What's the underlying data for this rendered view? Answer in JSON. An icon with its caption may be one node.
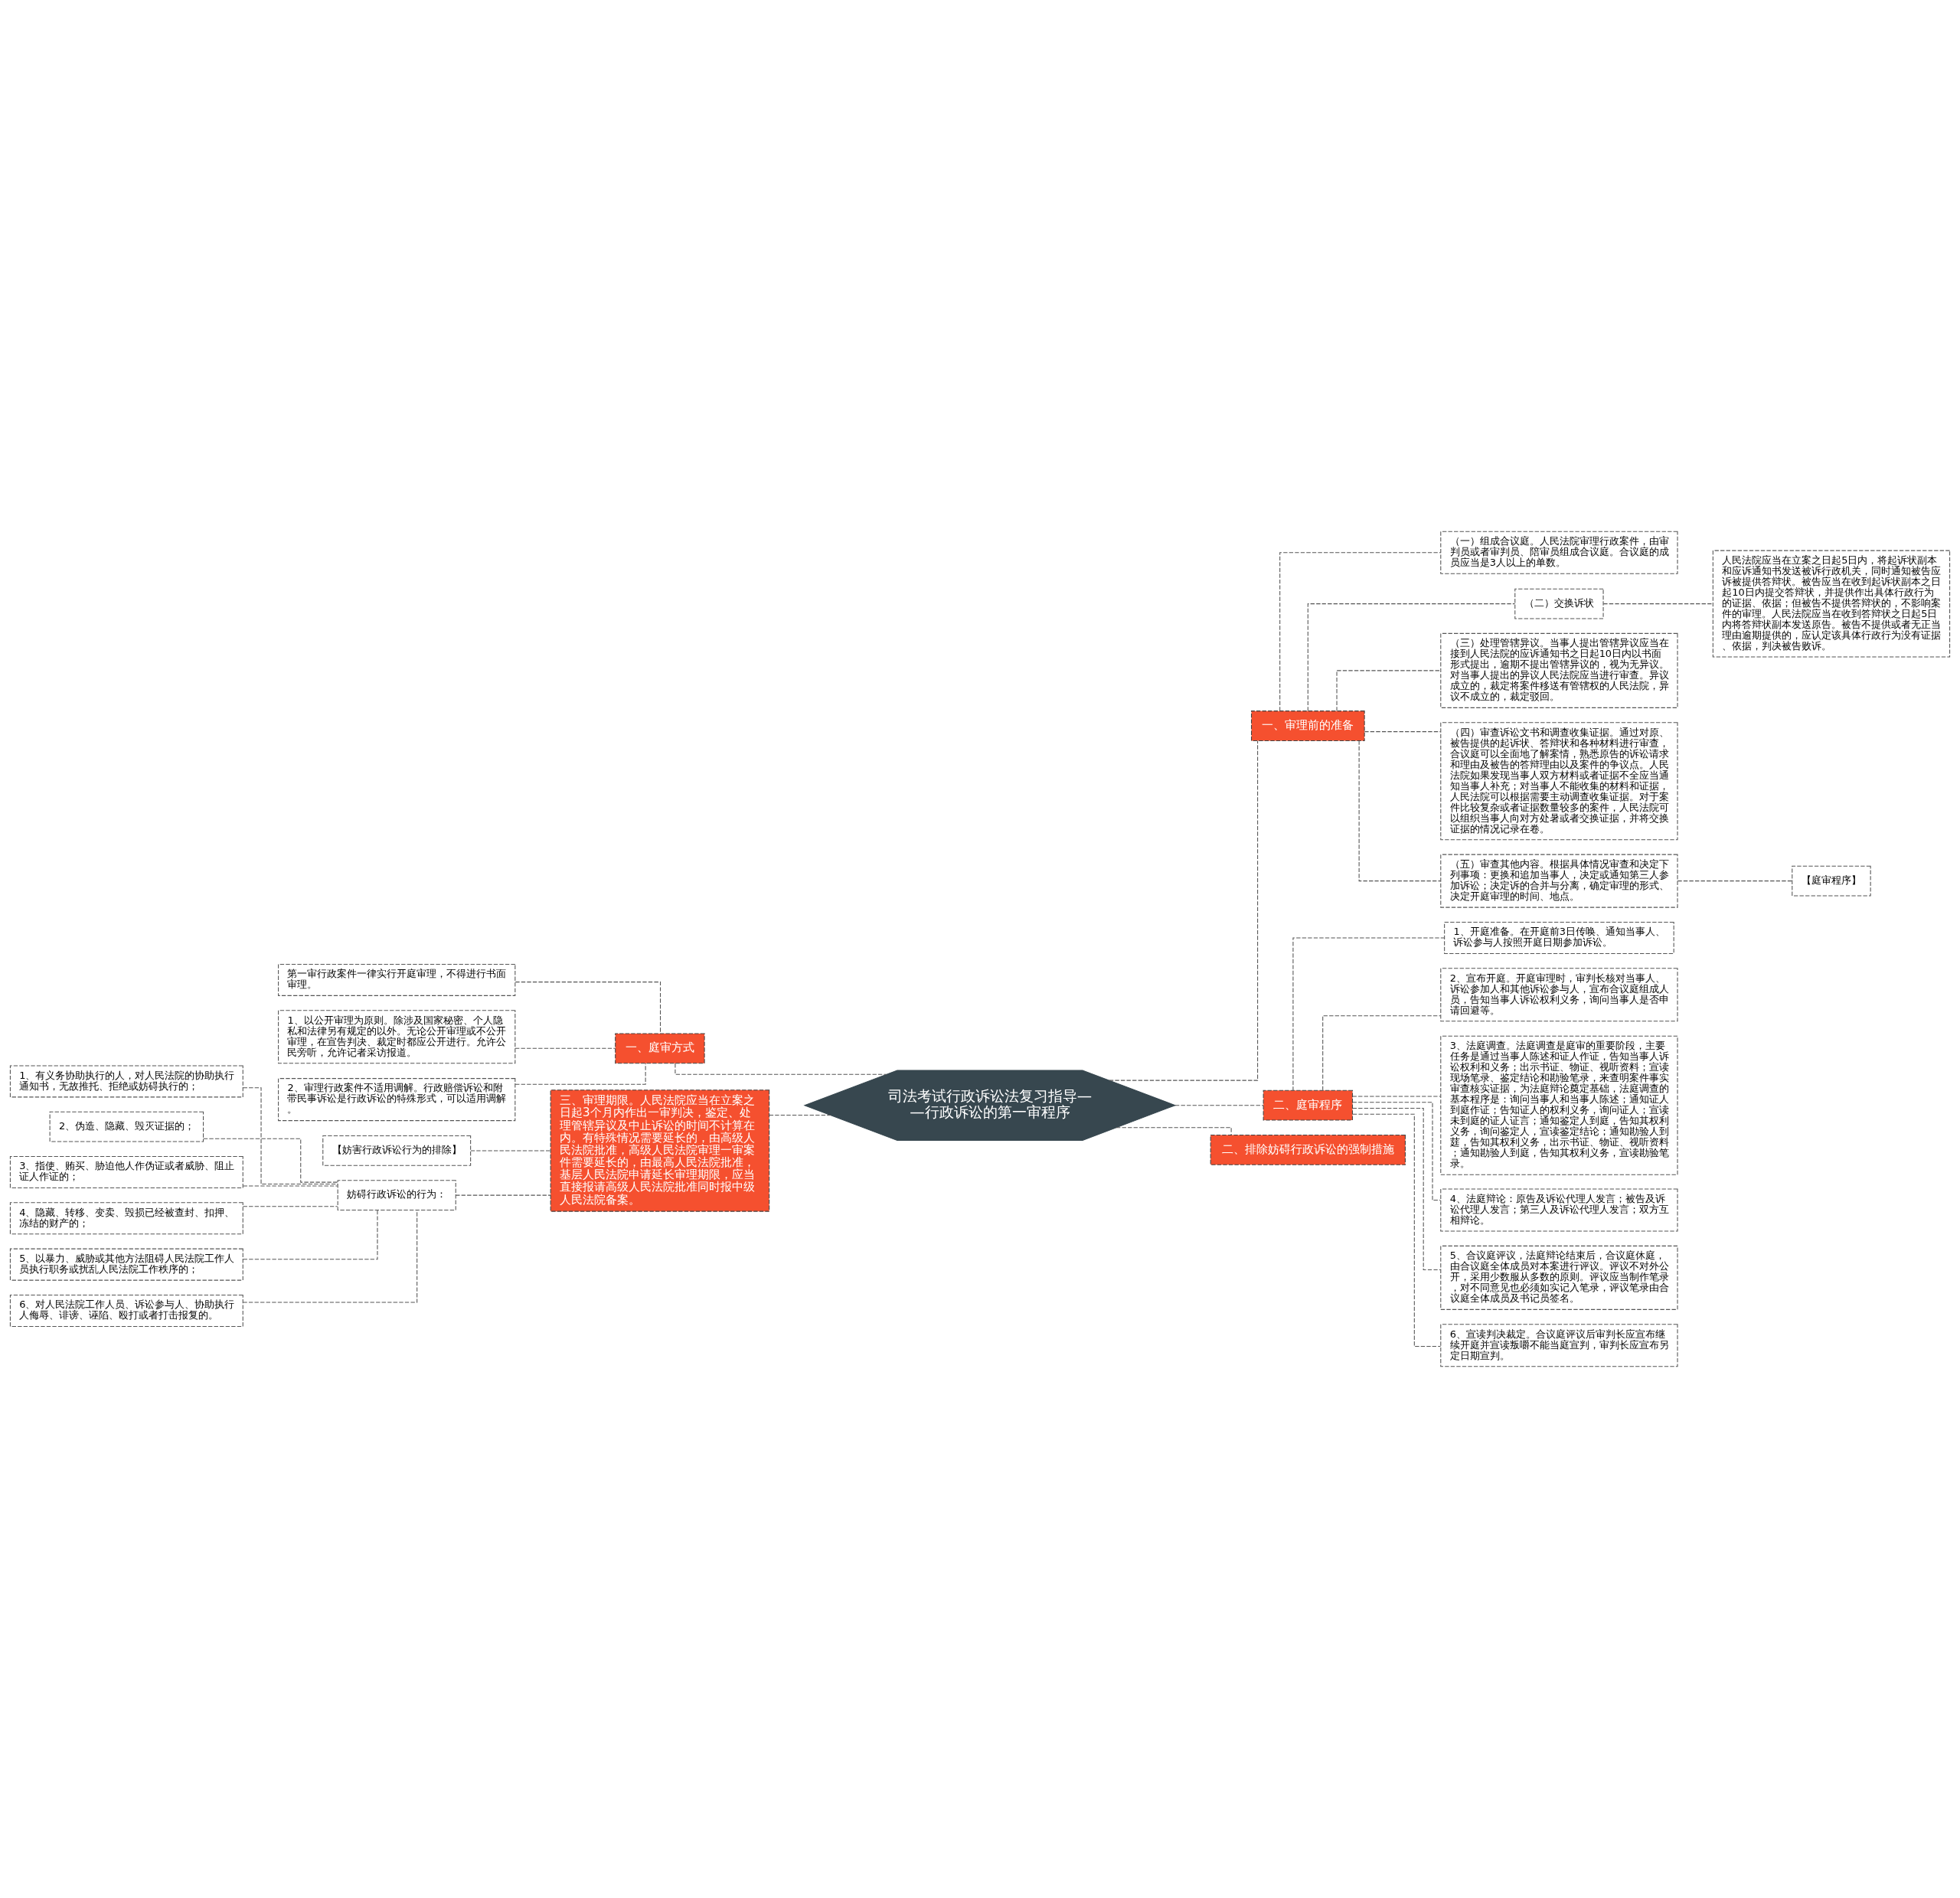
{
  "diagram": {
    "nodes": [
      {
        "text": [
          "司法考试行政诉讼法复习指导——行政诉讼的第一审程序"
        ]
      },
      {
        "text": [
          "一、审理前的准备"
        ]
      },
      {
        "text": [
          "（一）组成合议庭。人民法院审理行政案件，由审判员或者审判员、陪审员组成合议庭。合议庭的成员应当是3人以上的单数。"
        ]
      },
      {
        "text": [
          "（二）交换诉状"
        ]
      },
      {
        "text": [
          "人民法院应当在立案之日起5日内，将起诉状副本和应诉通知书发送被诉行政机关，同时通知被告应诉被提供答辩状。被告应当在收到起诉状副本之日起10日内提交答辩状，并提供作出具体行政行为的证据、依据；但被告不提供答辩状的，不影响案件的审理。人民法院应当在收到答辩状之日起5日内将答辩状副本发送原告。被告不提供或者无正当理由逾期提供的，应认定该具体行政行为没有证据、依据，判决被告败诉。"
        ]
      },
      {
        "text": [
          "（三）处理管辖异议。当事人提出管辖异议应当在接到人民法院的应诉通知书之日起10日内以书面形式提出，逾期不提出管辖异议的，视为无异议。对当事人提出的异议人民法院应当进行审查。异议成立的，裁定将案件移送有管辖权的人民法院，异议不成立的，裁定驳回。"
        ]
      },
      {
        "text": [
          "（四）审查诉讼文书和调查收集证据。通过对原、被告提供的起诉状、答辩状和各种材料进行审查，合议庭可以全面地了解案情，熟悉原告的诉讼请求和理由及被告的答辩理由以及案件的争议点。人民法院如果发现当事人双方材料或者证据不全应当通知当事人补充；对当事人不能收集的材料和证据，人民法院可以根据需要主动调查收集证据。对于案件比较复杂或者证据数量较多的案件，人民法院可以组织当事人向对方处暑或者交换证据，并将交换证据的情况记录在卷。"
        ]
      },
      {
        "text": [
          "（五）审查其他内容。根据具体情况审查和决定下列事项：更换和追加当事人，决定或通知第三人参加诉讼；决定诉的合并与分离，确定审理的形式、决定开庭审理的时间、地点。"
        ]
      },
      {
        "text": [
          "【庭审程序】"
        ]
      },
      {
        "text": [
          "二、庭审程序"
        ]
      },
      {
        "text": [
          "1、开庭准备。在开庭前3日传唤、通知当事人、诉讼参与人按照开庭日期参加诉讼。"
        ]
      },
      {
        "text": [
          "2、宣布开庭。开庭审理时，审判长核对当事人、诉讼参加人和其他诉讼参与人，宣布合议庭组成人员，告知当事人诉讼权利义务，询问当事人是否申请回避等。"
        ]
      },
      {
        "text": [
          "3、法庭调查。法庭调查是庭审的重要阶段，主要任务是通过当事人陈述和证人作证，告知当事人诉讼权利和义务；出示书证、物证、视听资料；宣读现场笔录、鉴定结论和勘验笔录，来查明案件事实审查核实证据，为法庭辩论奠定基础，法庭调查的基本程序是：询问当事人和当事人陈述；通知证人到庭作证；告知证人的权利义务，询问证人；宣读未到庭的证人证言；通知鉴定人到庭，告知其权利义务，询问鉴定人，宣读鉴定结论；通知勘验人到莛，告知其权利义务，出示书证、物证、视听资料；通知勘验人到庭，告知其权利义务，宣读勘验笔录。"
        ]
      },
      {
        "text": [
          "4、法庭辩论：原告及诉讼代理人发言；被告及诉讼代理人发言；第三人及诉讼代理人发言；双方互相辩论。"
        ]
      },
      {
        "text": [
          "5、合议庭评议，法庭辩论结束后，合议庭休庭，由合议庭全体成员对本案进行评议。评议不对外公开，采用少数服从多数的原则。评议应当制作笔录，对不同意见也必须如实记入笔录，评议笔录由合议庭全体成员及书记员签名。"
        ]
      },
      {
        "text": [
          "6、宣读判决裁定。合议庭评议后审判长应宣布继续开庭并宣读叛嚼不能当庭宣判，审判长应宣布另定日期宣判。"
        ]
      },
      {
        "text": [
          "二、排除妨碍行政诉讼的强制措施"
        ]
      },
      {
        "text": [
          "一、庭审方式"
        ]
      },
      {
        "text": [
          "第一审行政案件一律实行开庭审理，不得进行书面审理。"
        ]
      },
      {
        "text": [
          "1、以公开审理为原则。除涉及国家秘密、个人隐私和法律另有规定的以外。无论公开审理或不公开审理，在宣告判决、裁定时都应公开进行。允许公民旁听，允许记者采访报道。"
        ]
      },
      {
        "text": [
          "2、审理行政案件不适用调解。行政赔偿诉讼和附带民事诉讼是行政诉讼的特殊形式，可以适用调解。"
        ]
      },
      {
        "text": [
          "三、审理期限。人民法院应当在立案之日起3个月内作出一审判决，鉴定、处理管辖异议及中止诉讼的时间不计算在内。有特殊情况需要延长的，由高级人民法院批准，高级人民法院审理一审案件需要延长的，由最高人民法院批准，基层人民法院申请延长审理期限，应当直接报请高级人民法院批准同时报中级人民法院备案。"
        ]
      },
      {
        "text": [
          "【妨害行政诉讼行为的排除】"
        ]
      },
      {
        "text": [
          "妨碍行政诉讼的行为："
        ]
      },
      {
        "text": [
          "1、有义务协助执行的人，对人民法院的协助执行通知书，无故推托、拒绝或妨碍执行的；"
        ]
      },
      {
        "text": [
          "2、伪造、隐藏、毁灭证据的；"
        ]
      },
      {
        "text": [
          "3、指使、贿买、胁迫他人作伪证或者威胁、阻止证人作证的；"
        ]
      },
      {
        "text": [
          "4、隐藏、转移、变卖、毁损已经被查封、扣押、冻结的财产的；"
        ]
      },
      {
        "text": [
          "5、以暴力、威胁或其他方法阻碍人民法院工作人员执行职务或扰乱人民法院工作秩序的；"
        ]
      },
      {
        "text": [
          "6、对人民法院工作人员、诉讼参与人、协助执行人侮辱、诽谤、诬陷、殴打或者打击报复的。"
        ]
      }
    ],
    "edges": [
      {
        "from": 0,
        "to": 1,
        "arrow": "none",
        "style": "dashed"
      },
      {
        "from": 1,
        "to": 2,
        "arrow": "none",
        "style": "dashed"
      },
      {
        "from": 1,
        "to": 3,
        "arrow": "none",
        "style": "dashed"
      },
      {
        "from": 3,
        "to": 4,
        "arrow": "none",
        "style": "dashed"
      },
      {
        "from": 1,
        "to": 5,
        "arrow": "none",
        "style": "dashed"
      },
      {
        "from": 1,
        "to": 6,
        "arrow": "none",
        "style": "dashed"
      },
      {
        "from": 1,
        "to": 7,
        "arrow": "none",
        "style": "dashed"
      },
      {
        "from": 7,
        "to": 8,
        "arrow": "none",
        "style": "dashed"
      },
      {
        "from": 0,
        "to": 9,
        "arrow": "none",
        "style": "dashed"
      },
      {
        "from": 9,
        "to": 10,
        "arrow": "none",
        "style": "dashed"
      },
      {
        "from": 9,
        "to": 11,
        "arrow": "none",
        "style": "dashed"
      },
      {
        "from": 9,
        "to": 12,
        "arrow": "none",
        "style": "dashed"
      },
      {
        "from": 9,
        "to": 13,
        "arrow": "none",
        "style": "dashed"
      },
      {
        "from": 9,
        "to": 14,
        "arrow": "none",
        "style": "dashed"
      },
      {
        "from": 9,
        "to": 15,
        "arrow": "none",
        "style": "dashed"
      },
      {
        "from": 0,
        "to": 16,
        "arrow": "none",
        "style": "dashed"
      },
      {
        "from": 0,
        "to": 17,
        "arrow": "none",
        "style": "dashed"
      },
      {
        "from": 17,
        "to": 18,
        "arrow": "none",
        "style": "dashed"
      },
      {
        "from": 17,
        "to": 19,
        "arrow": "none",
        "style": "dashed"
      },
      {
        "from": 17,
        "to": 20,
        "arrow": "none",
        "style": "dashed"
      },
      {
        "from": 0,
        "to": 21,
        "arrow": "none",
        "style": "dashed"
      },
      {
        "from": 21,
        "to": 22,
        "arrow": "none",
        "style": "dashed"
      },
      {
        "from": 21,
        "to": 23,
        "arrow": "none",
        "style": "dashed"
      },
      {
        "from": 23,
        "to": 24,
        "arrow": "none",
        "style": "dashed"
      },
      {
        "from": 23,
        "to": 25,
        "arrow": "none",
        "style": "dashed"
      },
      {
        "from": 23,
        "to": 26,
        "arrow": "none",
        "style": "dashed"
      },
      {
        "from": 23,
        "to": 27,
        "arrow": "none",
        "style": "dashed"
      },
      {
        "from": 23,
        "to": 28,
        "arrow": "none",
        "style": "dashed"
      },
      {
        "from": 23,
        "to": 29,
        "arrow": "none",
        "style": "dashed"
      }
    ]
  }
}
